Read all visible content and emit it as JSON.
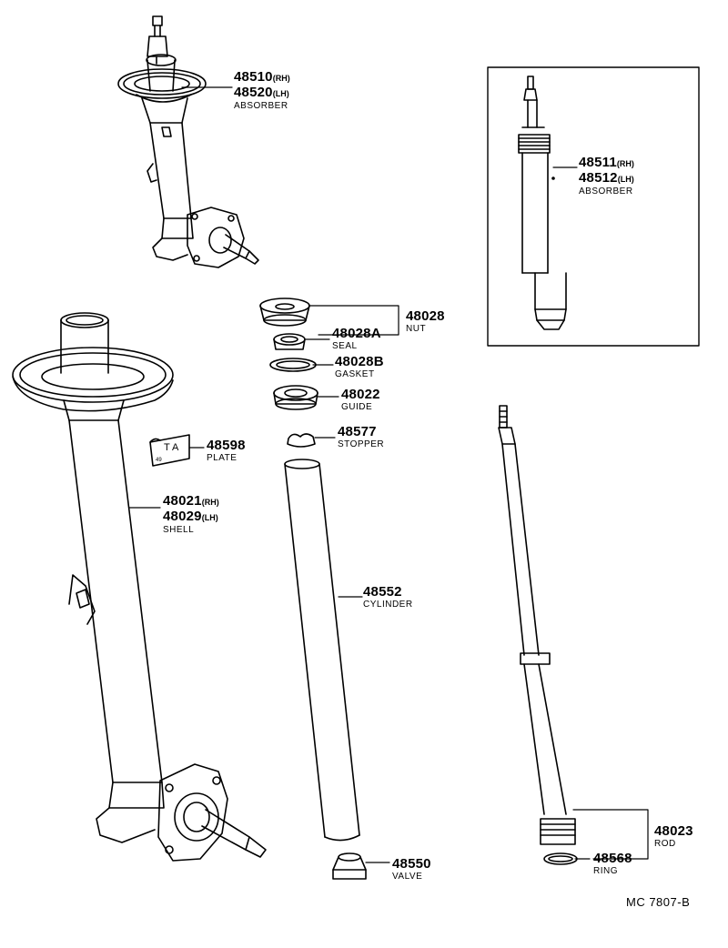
{
  "parts": {
    "absorber_assembly": {
      "pn_rh": "48510",
      "rh": "(RH)",
      "pn_lh": "48520",
      "lh": "(LH)",
      "name": "ABSORBER"
    },
    "absorber_inset": {
      "pn_rh": "48511",
      "rh": "(RH)",
      "pn_lh": "48512",
      "lh": "(LH)",
      "name": "ABSORBER"
    },
    "nut": {
      "pn": "48028",
      "name": "NUT"
    },
    "seal": {
      "pn": "48028A",
      "name": "SEAL"
    },
    "gasket": {
      "pn": "48028B",
      "name": "GASKET"
    },
    "guide": {
      "pn": "48022",
      "name": "GUIDE"
    },
    "stopper": {
      "pn": "48577",
      "name": "STOPPER"
    },
    "plate": {
      "pn": "48598",
      "name": "PLATE",
      "marking": "T A",
      "small_mark": "49"
    },
    "shell": {
      "pn_rh": "48021",
      "rh": "(RH)",
      "pn_lh": "48029",
      "lh": "(LH)",
      "name": "SHELL"
    },
    "cylinder": {
      "pn": "48552",
      "name": "CYLINDER"
    },
    "valve": {
      "pn": "48550",
      "name": "VALVE"
    },
    "rod": {
      "pn": "48023",
      "name": "ROD"
    },
    "ring": {
      "pn": "48568",
      "name": "RING"
    }
  },
  "diagram_ref": "MC  7807-B"
}
